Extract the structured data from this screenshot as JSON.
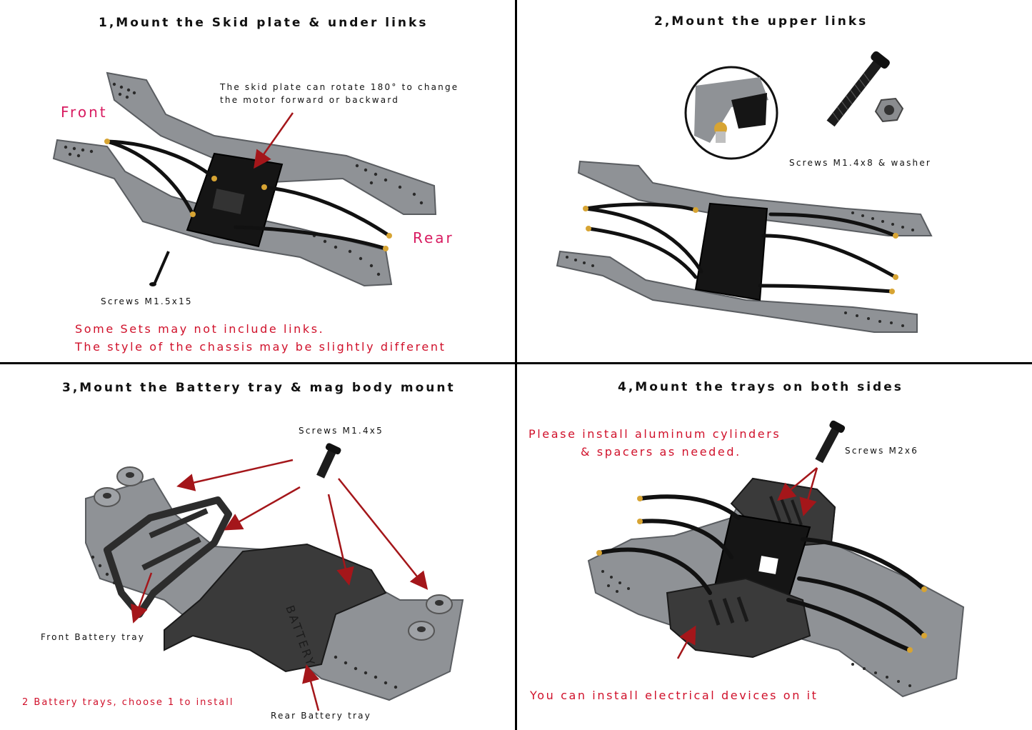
{
  "steps": [
    {
      "title": "1,Mount the Skid plate & under links",
      "callouts": {
        "front": "Front",
        "rear": "Rear",
        "note_line1": "The skid plate can rotate 180° to change",
        "note_line2": "the motor forward or backward",
        "screws": "Screws M1.5x15",
        "warning_line1": "Some Sets may not include links.",
        "warning_line2": "The style of the chassis may be slightly different"
      }
    },
    {
      "title": "2,Mount the upper links",
      "callouts": {
        "screws": "Screws M1.4x8 & washer"
      }
    },
    {
      "title": "3,Mount the Battery tray & mag body mount",
      "callouts": {
        "screws": "Screws M1.4x5",
        "front_tray": "Front Battery tray",
        "rear_tray": "Rear Battery tray",
        "note": "2 Battery trays, choose 1 to install"
      }
    },
    {
      "title": "4,Mount the trays on both sides",
      "callouts": {
        "install_line1": "Please install aluminum cylinders",
        "install_line2": "& spacers as needed.",
        "screws": "Screws M2x6",
        "electrical": "You can install electrical devices on it"
      }
    }
  ],
  "colors": {
    "accent_red": "#d0102a",
    "label_pink": "#d81b60",
    "arrow_red": "#a4161a",
    "frame_gray": "#8f9296",
    "plate_black": "#151515"
  }
}
